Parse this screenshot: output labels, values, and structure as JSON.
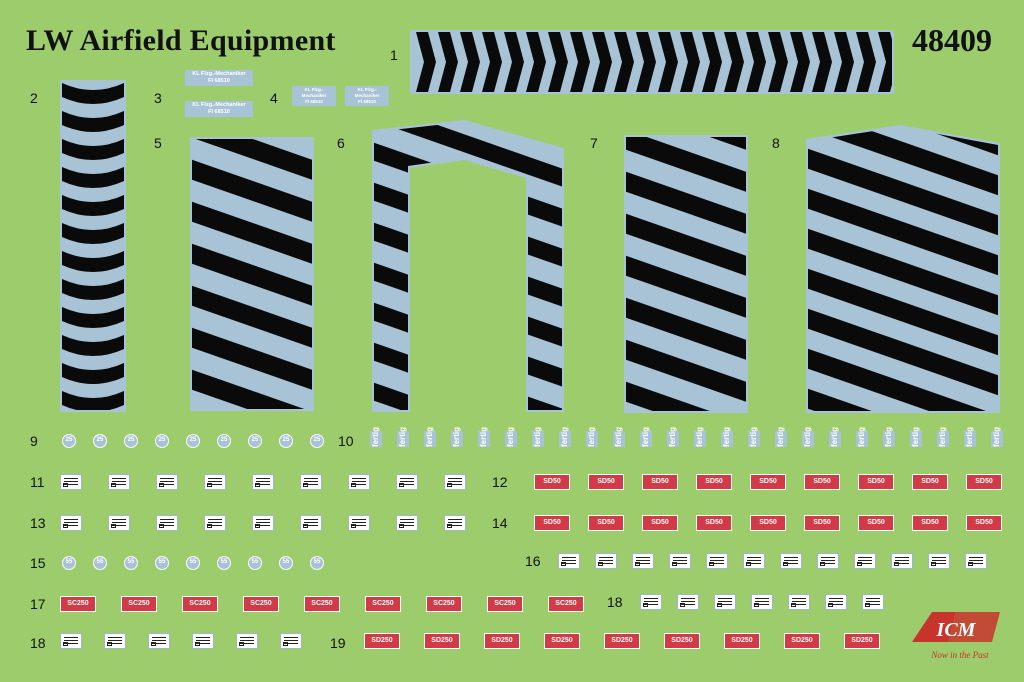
{
  "title": "LW Airfield Equipment",
  "kit_number": "48409",
  "part_numbers": {
    "n1": "1",
    "n2": "2",
    "n3": "3",
    "n4": "4",
    "n5": "5",
    "n6": "6",
    "n7": "7",
    "n8": "8",
    "n9": "9",
    "n10": "10",
    "n11": "11",
    "n12": "12",
    "n13": "13",
    "n14": "14",
    "n15": "15",
    "n16": "16",
    "n17": "17",
    "n18a": "18",
    "n18b": "18",
    "n19": "19"
  },
  "mechanic_label": "KL Flzg.-Mechaniker\nFl 68510",
  "circle_text_9": "25",
  "circle_text_15": "55",
  "fertig_text": "fertig",
  "sd50_text": "SD50",
  "sc250_text": "SC250",
  "sd250_text": "SD250",
  "logo": {
    "brand": "ICM",
    "slogan": "Now in the Past"
  },
  "colors": {
    "background": "#9ccc6c",
    "stripe_light": "#a9c3d6",
    "stripe_dark": "#0a0a0a",
    "red": "#d23a48"
  }
}
